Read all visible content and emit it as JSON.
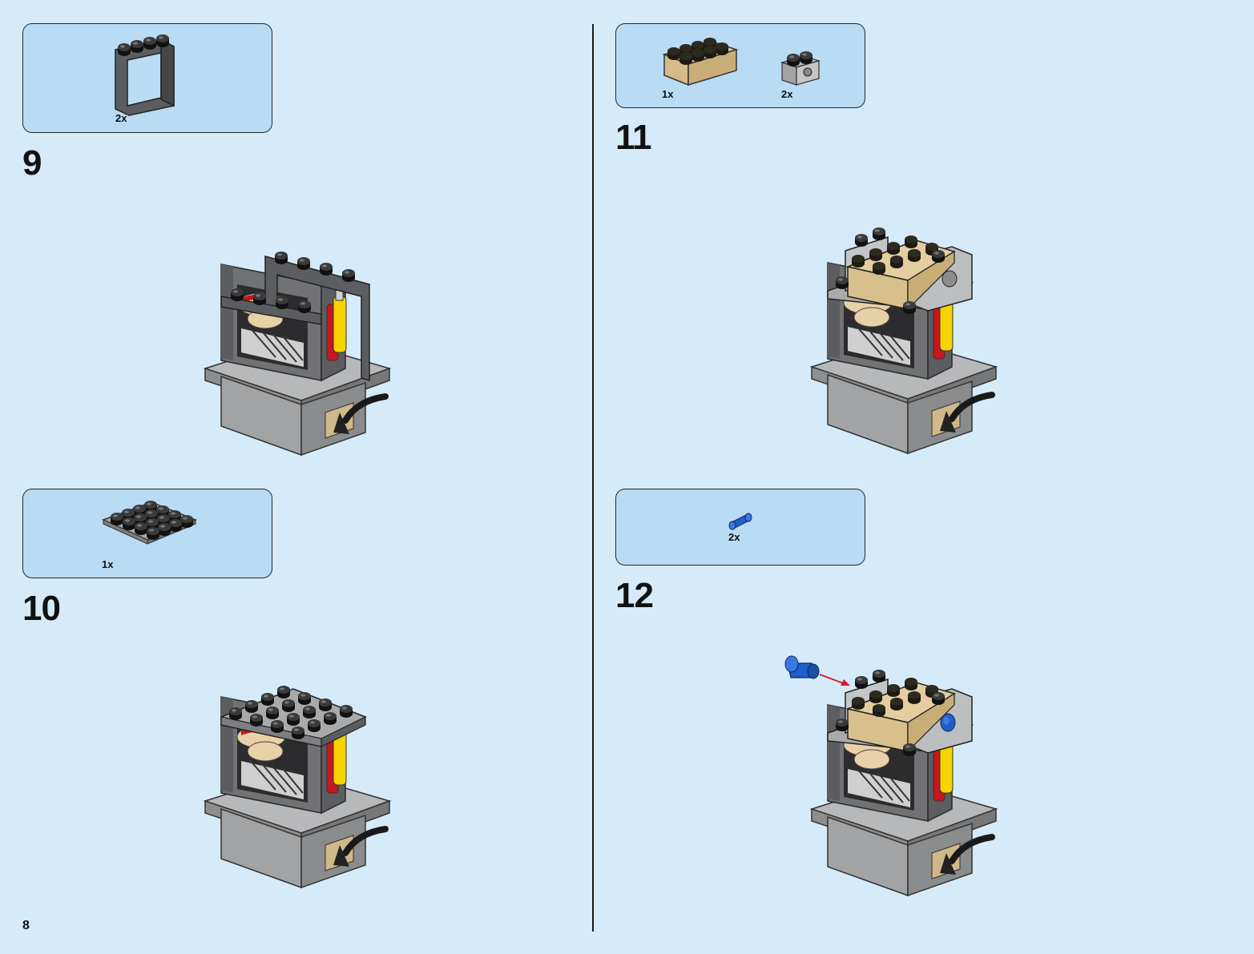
{
  "page": {
    "number": "8"
  },
  "steps": [
    {
      "number": "9",
      "parts": [
        {
          "icon": "frame-1x4x3-dark-gray-icon",
          "quantity": "2x"
        }
      ]
    },
    {
      "number": "10",
      "parts": [
        {
          "icon": "plate-4x4-light-gray-icon",
          "quantity": "1x"
        }
      ]
    },
    {
      "number": "11",
      "parts": [
        {
          "icon": "brick-2x4-tan-icon",
          "quantity": "1x"
        },
        {
          "icon": "technic-brick-1x2-light-gray-icon",
          "quantity": "2x"
        }
      ]
    },
    {
      "number": "12",
      "parts": [
        {
          "icon": "technic-pin-blue-icon",
          "quantity": "2x"
        }
      ]
    }
  ],
  "colors": {
    "background": "#d5ebf9",
    "parts_box": "#b9dbf4",
    "dark_gray": "#5b5d60",
    "light_gray": "#a9aaac",
    "tan": "#e4cd9e",
    "blue": "#1f5fc8",
    "red_arrow": "#d4202c",
    "yellow": "#f5d400",
    "red": "#c8161e"
  }
}
